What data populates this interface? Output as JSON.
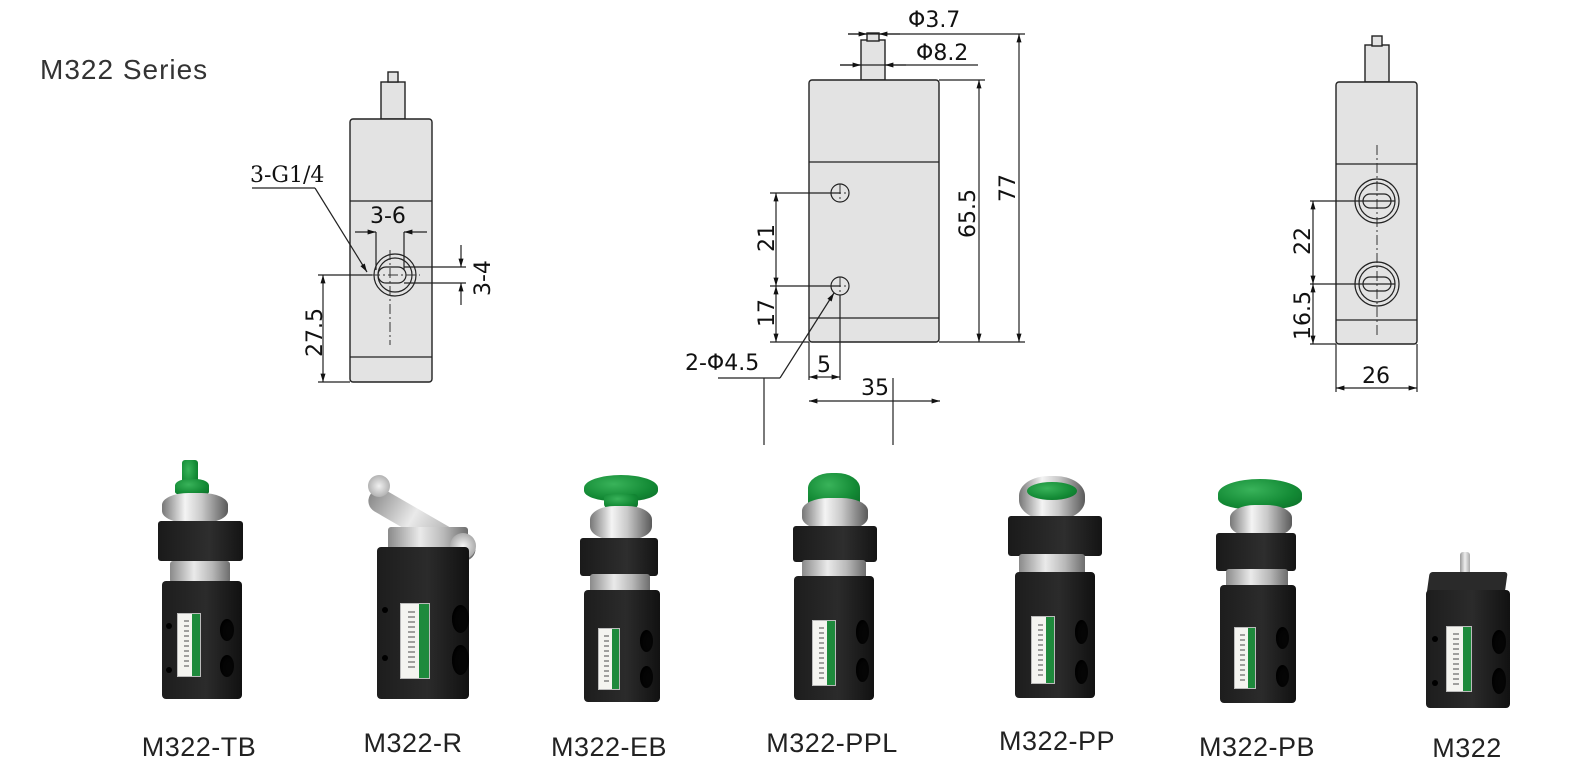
{
  "header": {
    "series_title": "M322 Series"
  },
  "drawings": {
    "front_view": {
      "port_callout": "3-G1/4",
      "port_width": "3-6",
      "port_height": "3-4",
      "port_center_from_bottom": "27.5"
    },
    "side_view": {
      "stem_tip_diameter": "Φ3.7",
      "stem_diameter": "Φ8.2",
      "hole_spacing": "21",
      "hole_from_bottom": "17",
      "mount_holes": "2-Φ4.5",
      "hole_from_edge": "5",
      "body_width": "35",
      "body_height": "65.5",
      "overall_height": "77"
    },
    "rear_view": {
      "port_spacing": "22",
      "port_from_bottom": "16.5",
      "body_width": "26"
    }
  },
  "products": [
    {
      "model": "M322-TB",
      "actuator": "twist-button"
    },
    {
      "model": "M322-R",
      "actuator": "roller-lever"
    },
    {
      "model": "M322-EB",
      "actuator": "mushroom-button"
    },
    {
      "model": "M322-PPL",
      "actuator": "extended-push-button"
    },
    {
      "model": "M322-PP",
      "actuator": "flush-push-button"
    },
    {
      "model": "M322-PB",
      "actuator": "mushroom-push-button"
    },
    {
      "model": "M322",
      "actuator": "plunger"
    }
  ],
  "colors": {
    "drawing_fill": "#e3e3e3",
    "line": "#222222",
    "actuator_green": "#138a35",
    "label_green": "#1e8a3c",
    "body_black": "#1d1d1d"
  }
}
